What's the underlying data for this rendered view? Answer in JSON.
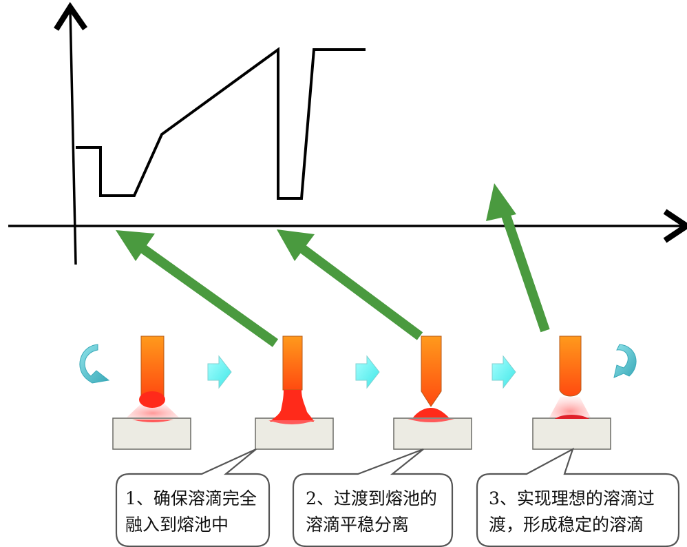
{
  "callouts": [
    {
      "line1": "1、确保溶滴完全",
      "line2": "融入到熔池中"
    },
    {
      "line1": "2、过渡到熔池的",
      "line2": "溶滴平稳分离"
    },
    {
      "line1": "3、实现理想的溶滴过",
      "line2": "渡，形成稳定的溶滴"
    }
  ],
  "colors": {
    "waveform": "#000000",
    "pointer_arrow": "#4a9a3f",
    "flow_arrow": "#63f3f3",
    "cycle_arrow": "#45b8c6",
    "electrode_top": "#ff9a1c",
    "electrode_bottom": "#ff4a10",
    "molten_metal": "#ff2a1a",
    "arc_glow": "#ffb6b6",
    "workpiece": "#ecebe3"
  },
  "icons": [
    "cycle-arrow-left-icon",
    "flow-arrow-icon",
    "cycle-arrow-right-icon"
  ]
}
